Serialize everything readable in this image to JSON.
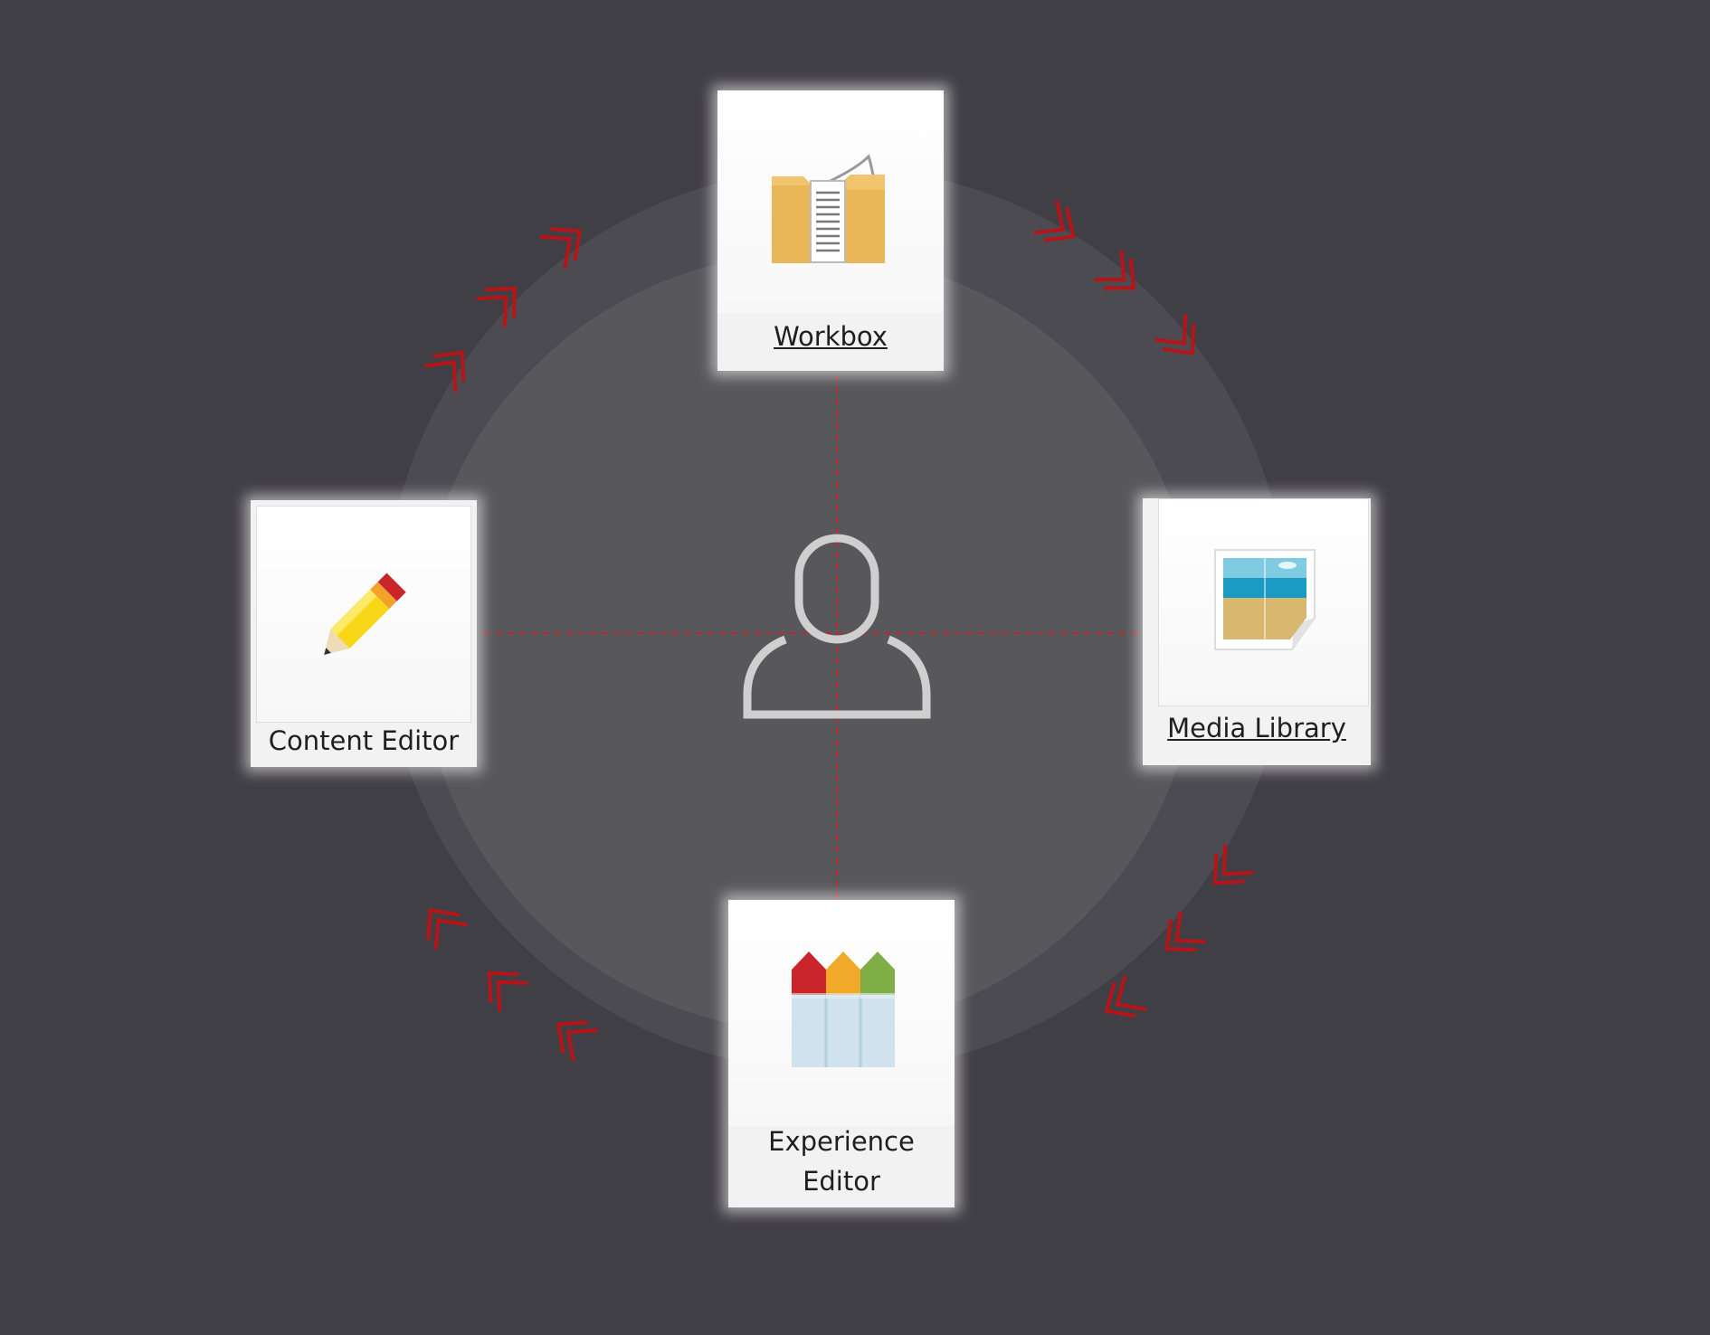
{
  "tiles": {
    "workbox": {
      "label": "Workbox",
      "icon": "workbox-icon"
    },
    "content_editor": {
      "label": "Content Editor",
      "icon": "pencil-icon"
    },
    "media_library": {
      "label": "Media Library",
      "icon": "image-icon"
    },
    "experience_editor": {
      "label": "Experience\nEditor",
      "icon": "crayons-icon"
    }
  },
  "center": {
    "icon": "user-icon"
  },
  "colors": {
    "background": "#403f45",
    "accent_arrows": "#b71418",
    "guides": "#c0262c"
  }
}
